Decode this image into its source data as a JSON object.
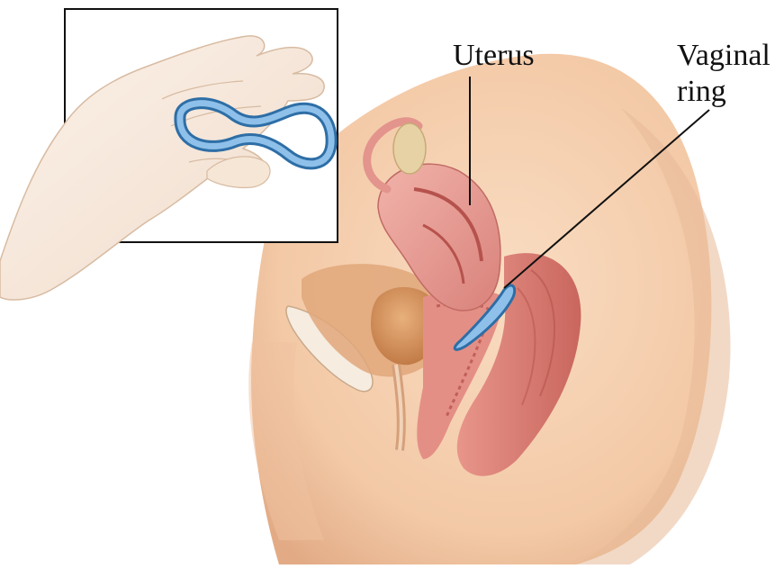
{
  "labels": {
    "uterus": "Uterus",
    "vaginal_ring_line1": "Vaginal",
    "vaginal_ring_line2": "ring"
  },
  "colors": {
    "background": "#ffffff",
    "skin": "#f6d2b4",
    "skin_shadow": "#e7b392",
    "uterus": "#e99a92",
    "uterus_dark": "#c86a66",
    "bladder": "#d89b6a",
    "rectum": "#d97f74",
    "ring_blue": "#5fa2d8",
    "ring_blue_dark": "#2e6ea6",
    "line": "#111111"
  },
  "icons": {
    "ring": "vaginal-ring-icon",
    "hand": "hand-illustration"
  }
}
